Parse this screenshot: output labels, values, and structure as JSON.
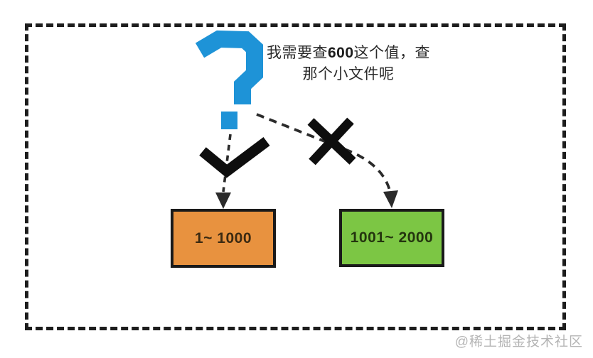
{
  "diagram": {
    "frame_color": "#1D1D1D",
    "question_mark_color": "#1E93D7",
    "mark_color": "#0E0E0E",
    "arrow_color": "#2B2B2B",
    "bubble": {
      "line1_prefix": "我需要查",
      "line1_bold": "600",
      "line1_suffix": "这个值，查",
      "line2": "那个小文件呢"
    },
    "icons": {
      "question": "question-mark-icon",
      "accept": "check-icon",
      "reject": "x-icon"
    },
    "nodes": [
      {
        "label": "1~ 1000",
        "fill": "#E8923F",
        "border": "#1A1A1A",
        "text_color": "#3B2A12"
      },
      {
        "label": "1001~ 2000",
        "fill": "#7CC644",
        "border": "#1A1A1A",
        "text_color": "#24350F"
      }
    ]
  },
  "watermark": {
    "text": "@稀土掘金技术社区",
    "color": "#B4B4B4"
  }
}
